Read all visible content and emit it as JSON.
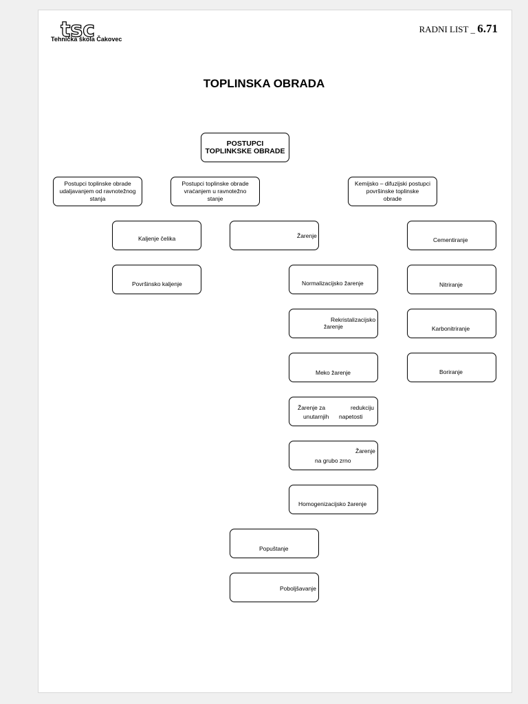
{
  "header": {
    "school": "Tehnička škola Čakovec",
    "logo_text": "tsc",
    "sheet_label": "RADNI LIST _",
    "sheet_number": "6.71"
  },
  "title": "TOPLINSKA OBRADA",
  "root": {
    "line1": "POSTUPCI",
    "line2": "TOPLINKSKE OBRADE"
  },
  "categories": [
    {
      "lines": [
        "Postupci toplinske obrade",
        "udaljavanjem od ravnotežnog",
        "stanja"
      ]
    },
    {
      "lines": [
        "Postupci toplinske obrade",
        "vraćanjem u ravnotežno",
        "stanje"
      ]
    },
    {
      "lines": [
        "Kemijsko – difuzijski postupci",
        "površinske toplinske",
        "obrade"
      ]
    }
  ],
  "left_column": [
    "Kaljenje čelika",
    "Površinsko kaljenje"
  ],
  "middle_header": "Žarenje",
  "zarenje_items": [
    [
      "Normalizacijsko žarenje"
    ],
    [
      "Rekristalizacijsko",
      "žarenje"
    ],
    [
      "Meko žarenje"
    ],
    [
      "Žarenje za",
      "redukciju",
      "unutarnjih",
      "napetosti"
    ],
    [
      "Žarenje",
      "na grubo zrno"
    ],
    [
      "Homogenizacijsko žarenje"
    ]
  ],
  "middle_bottom": [
    "Popuštanje",
    "Poboljšavanje"
  ],
  "right_column": [
    "Cementiranje",
    "Nitriranje",
    "Karbonitriranje",
    "Boriranje"
  ]
}
